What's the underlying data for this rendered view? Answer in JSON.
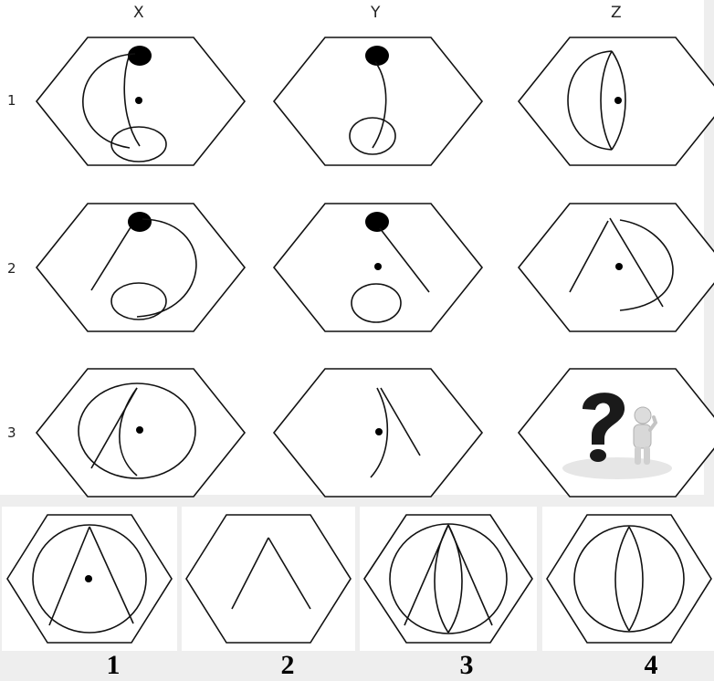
{
  "columns": [
    "X",
    "Y",
    "Z"
  ],
  "rows": [
    "1",
    "2",
    "3"
  ],
  "options": [
    "1",
    "2",
    "3",
    "4"
  ],
  "question_mark_icon": "person-with-question-mark",
  "colors": {
    "background": "#eeeeee",
    "panel": "#ffffff",
    "stroke": "#111111"
  }
}
